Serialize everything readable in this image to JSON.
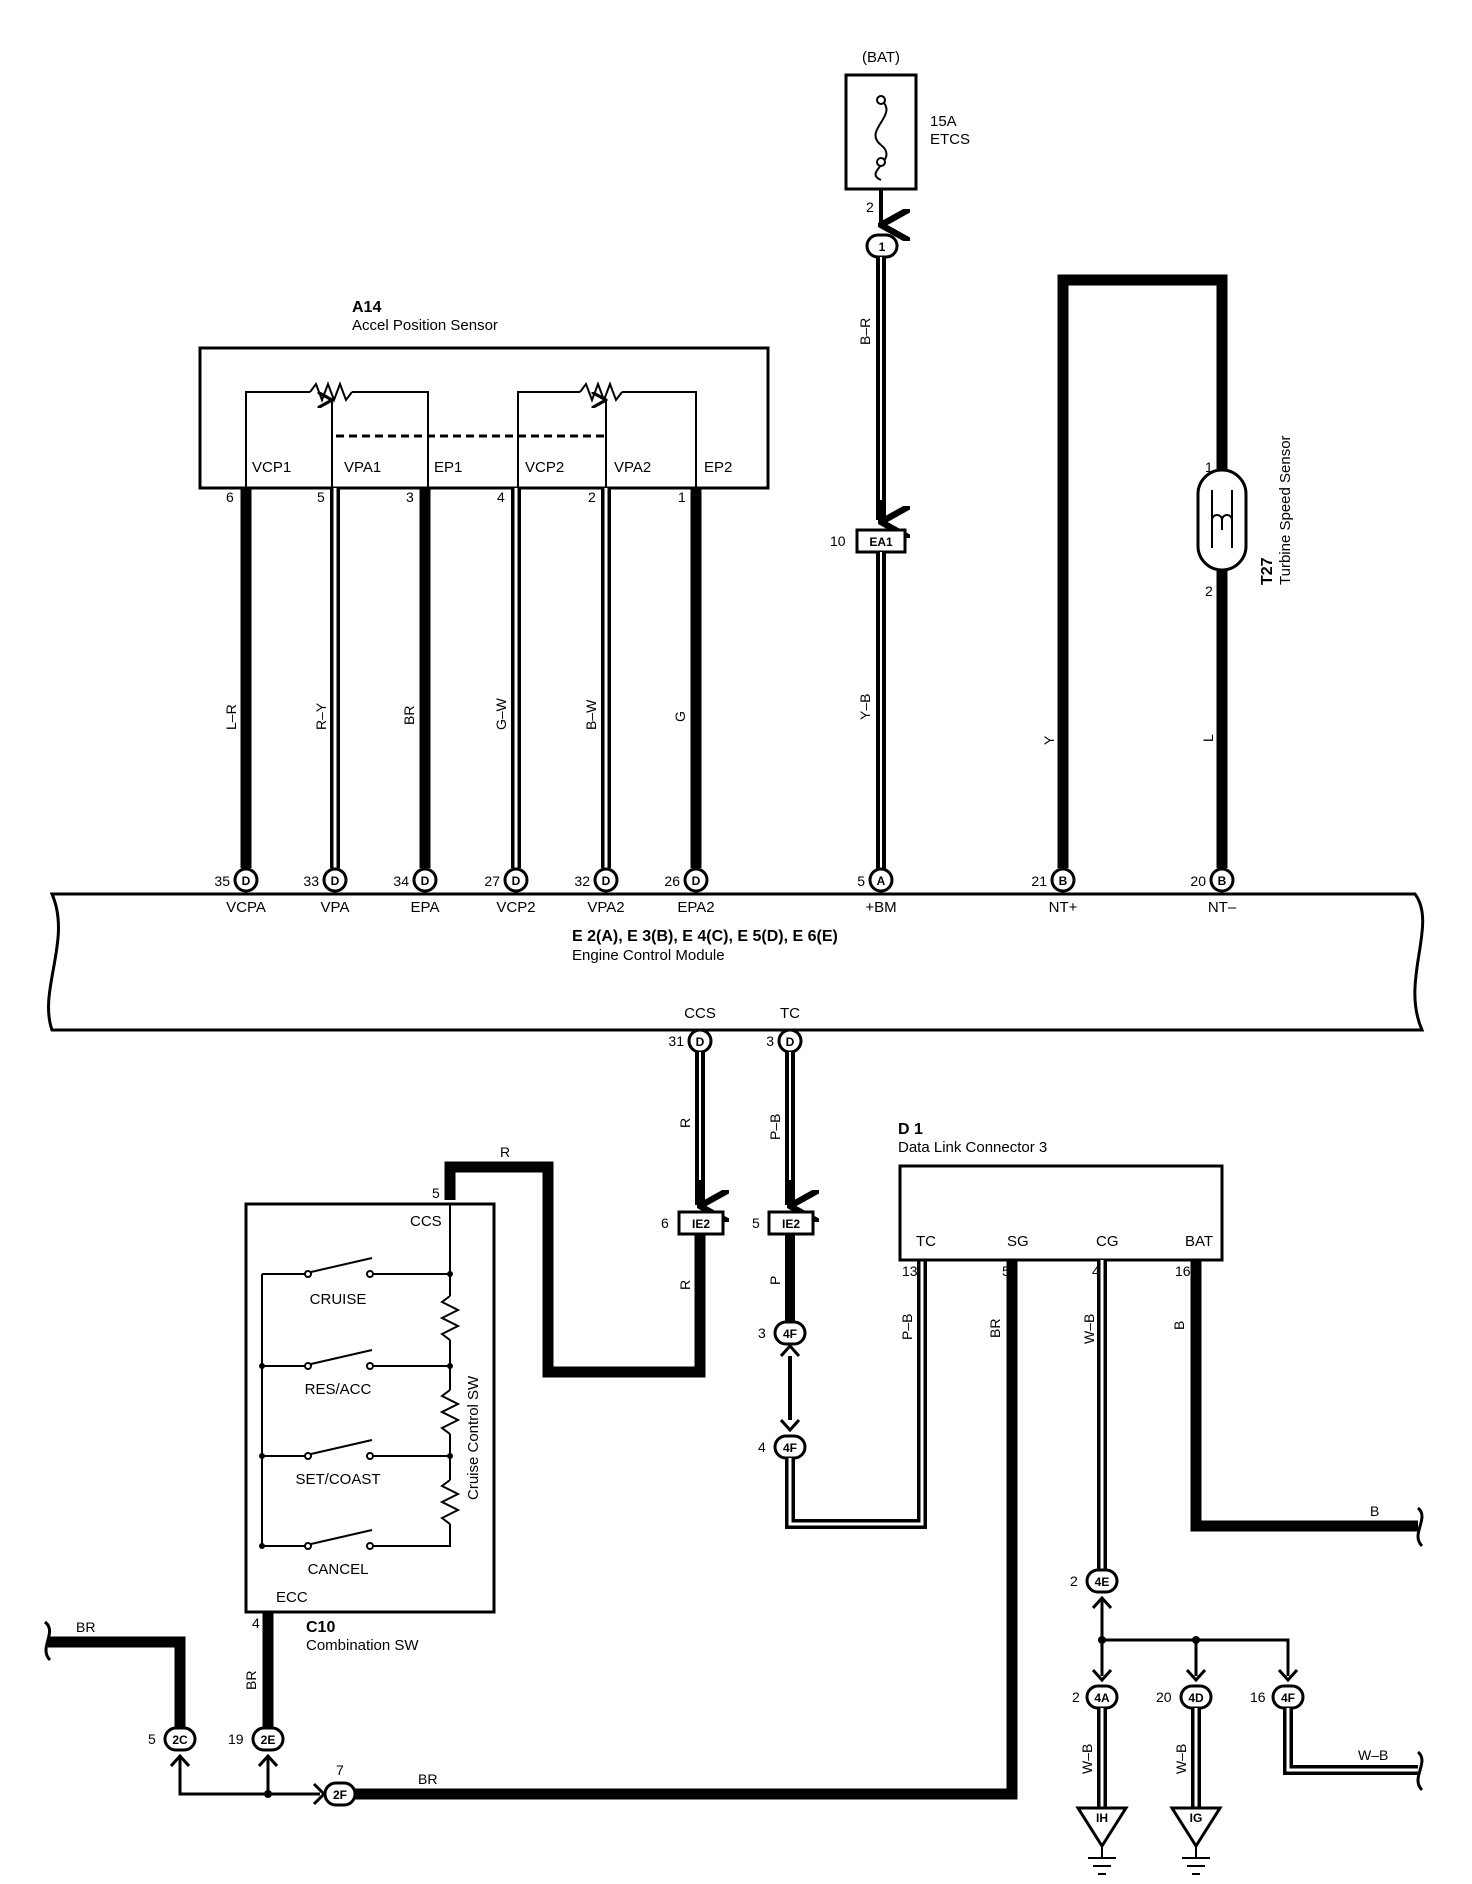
{
  "battery": {
    "label": "(BAT)",
    "fuse_rating": "15A",
    "fuse_name": "ETCS",
    "pin": "2",
    "junction": "1"
  },
  "accel_sensor": {
    "code": "A14",
    "name": "Accel Position Sensor",
    "terminals": [
      "VCP1",
      "VPA1",
      "EP1",
      "VCP2",
      "VPA2",
      "EP2"
    ],
    "pins": [
      "6",
      "5",
      "3",
      "4",
      "2",
      "1"
    ],
    "wire_colors": [
      "L–R",
      "R–Y",
      "BR",
      "G–W",
      "B–W",
      "G"
    ]
  },
  "ecm": {
    "code": "E 2(A), E 3(B), E 4(C), E 5(D), E 6(E)",
    "name": "Engine Control Module",
    "top_pins": [
      {
        "num": "35",
        "conn": "D",
        "label": "VCPA"
      },
      {
        "num": "33",
        "conn": "D",
        "label": "VPA"
      },
      {
        "num": "34",
        "conn": "D",
        "label": "EPA"
      },
      {
        "num": "27",
        "conn": "D",
        "label": "VCP2"
      },
      {
        "num": "32",
        "conn": "D",
        "label": "VPA2"
      },
      {
        "num": "26",
        "conn": "D",
        "label": "EPA2"
      },
      {
        "num": "5",
        "conn": "A",
        "label": "+BM"
      },
      {
        "num": "21",
        "conn": "B",
        "label": "NT+"
      },
      {
        "num": "20",
        "conn": "B",
        "label": "NT–"
      }
    ],
    "bottom_pins": [
      {
        "num": "31",
        "conn": "D",
        "label": "CCS"
      },
      {
        "num": "3",
        "conn": "D",
        "label": "TC"
      }
    ]
  },
  "bm_wire": {
    "upper_color": "B–R",
    "lower_color": "Y–B",
    "connector": "EA1",
    "pin": "10"
  },
  "turbine_sensor": {
    "code": "T27",
    "name": "Turbine Speed Sensor",
    "pin1": "1",
    "pin2": "2",
    "wire_left": "Y",
    "wire_right": "L"
  },
  "ccs_circuit": {
    "upper_color": "R",
    "lower_color": "R",
    "connector": "IE2",
    "pin": "6",
    "route_color": "R",
    "switch_pin": "5"
  },
  "tc_circuit": {
    "upper_color": "P–B",
    "lower_color": "P",
    "connector": "IE2",
    "pin": "5",
    "j1_pin": "3",
    "j1_conn": "4F",
    "j2_pin": "4",
    "j2_conn": "4F"
  },
  "dlc": {
    "code": "D 1",
    "name": "Data Link Connector 3",
    "terminals": [
      "TC",
      "SG",
      "CG",
      "BAT"
    ],
    "pins": [
      "13",
      "5",
      "4",
      "16"
    ],
    "wire_colors": [
      "P–B",
      "BR",
      "W–B",
      "B"
    ],
    "bat_out_color": "B"
  },
  "cruise_switch": {
    "code": "C10",
    "name": "Combination SW",
    "vertical_label": "Cruise Control SW",
    "top_terminal": "CCS",
    "bottom_terminal": "ECC",
    "bottom_pin": "4",
    "switches": [
      "CRUISE",
      "RES/ACC",
      "SET/COAST",
      "CANCEL"
    ]
  },
  "ground_circuit": {
    "left_color": "BR",
    "left_pin": "5",
    "left_conn": "2C",
    "mid_pin": "19",
    "mid_conn": "2E",
    "mid_color": "BR",
    "j_pin": "7",
    "j_conn": "2F",
    "bottom_color": "BR"
  },
  "cg_ground": {
    "j_pin": "2",
    "j_conn": "4E",
    "branches": [
      {
        "pin": "2",
        "conn": "4A",
        "color": "W–B",
        "ground": "IH"
      },
      {
        "pin": "20",
        "conn": "4D",
        "color": "W–B",
        "ground": "IG"
      },
      {
        "pin": "16",
        "conn": "4F",
        "color": "W–B"
      }
    ]
  }
}
